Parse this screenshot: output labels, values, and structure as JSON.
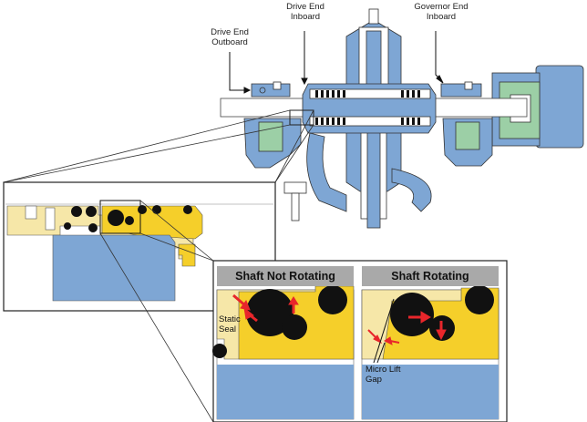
{
  "labels": {
    "drive_end_outboard": [
      "Drive End",
      "Outboard"
    ],
    "drive_end_inboard": [
      "Drive End",
      "Inboard"
    ],
    "governor_end_inboard": [
      "Governor End",
      "Inboard"
    ]
  },
  "panels": {
    "left": {
      "title": "Shaft Not Rotating",
      "note": [
        "Static",
        "Seal"
      ]
    },
    "right": {
      "title": "Shaft Rotating",
      "note": [
        "Micro Lift",
        "Gap"
      ]
    }
  },
  "colors": {
    "housing_blue": "#7ea6d4",
    "gland_green": "#9ccfa6",
    "seal_yellow": "#f5cf2a",
    "seal_tan": "#f6e7a8",
    "arrow_red": "#e8262b",
    "title_bar_gray": "#a9a9a9",
    "ring_black": "#111111"
  }
}
